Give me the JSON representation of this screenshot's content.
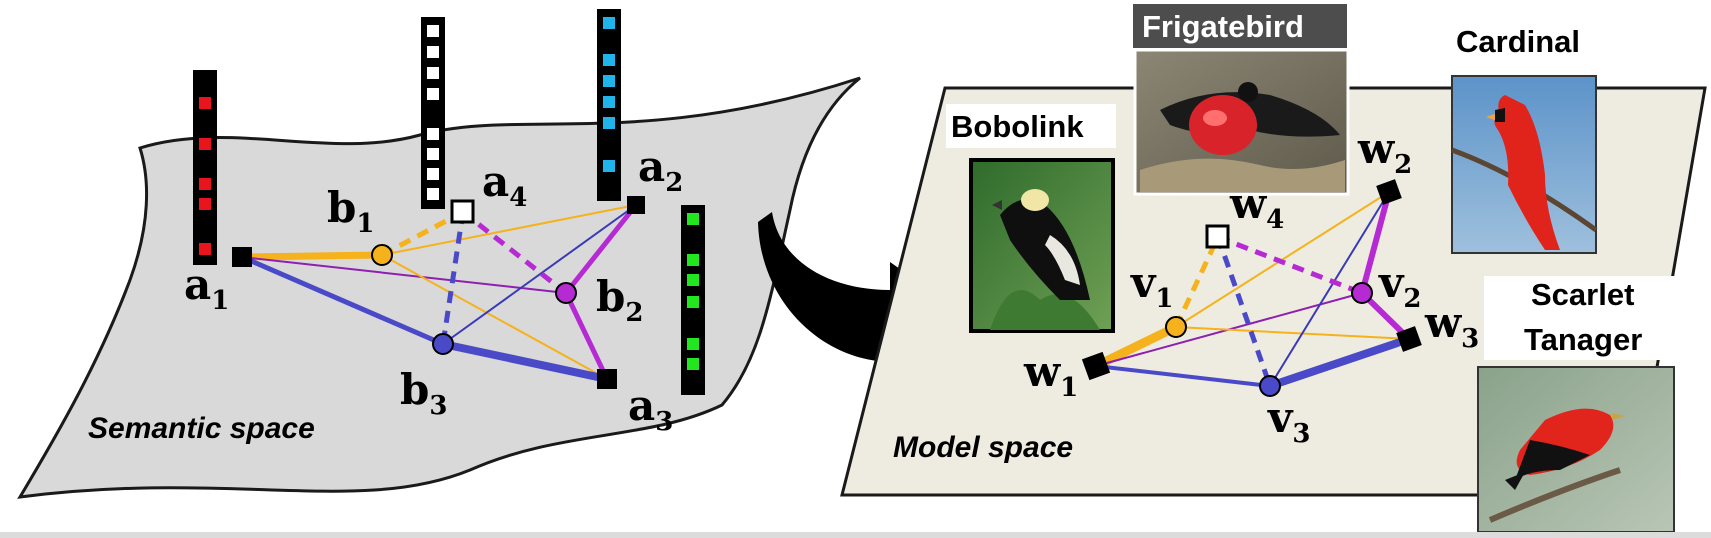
{
  "semantic_space": {
    "title": "Semantic space",
    "nodes": {
      "a1": {
        "base": "a",
        "sub": "1"
      },
      "a2": {
        "base": "a",
        "sub": "2"
      },
      "a3": {
        "base": "a",
        "sub": "3"
      },
      "a4": {
        "base": "a",
        "sub": "4"
      },
      "b1": {
        "base": "b",
        "sub": "1"
      },
      "b2": {
        "base": "b",
        "sub": "2"
      },
      "b3": {
        "base": "b",
        "sub": "3"
      }
    },
    "attribute_vectors": [
      {
        "id": "red-vector",
        "color": "#e8141e"
      },
      {
        "id": "white-vector",
        "color": "#ffffff"
      },
      {
        "id": "blue-vector",
        "color": "#1fb4ea"
      },
      {
        "id": "green-vector",
        "color": "#22e61e"
      }
    ]
  },
  "model_space": {
    "title": "Model space",
    "nodes": {
      "w1": {
        "base": "w",
        "sub": "1"
      },
      "w2": {
        "base": "w",
        "sub": "2"
      },
      "w3": {
        "base": "w",
        "sub": "3"
      },
      "w4": {
        "base": "w",
        "sub": "4"
      },
      "v1": {
        "base": "v",
        "sub": "1"
      },
      "v2": {
        "base": "v",
        "sub": "2"
      },
      "v3": {
        "base": "v",
        "sub": "3"
      }
    },
    "birds": {
      "frigatebird": "Frigatebird",
      "cardinal": "Cardinal",
      "bobolink": "Bobolink",
      "scarlet_tanager_line1": "Scarlet",
      "scarlet_tanager_line2": "Tanager"
    }
  },
  "colors": {
    "semantic_plane": "#d9d9d9",
    "model_plane": "#eeece1",
    "orange": "#f5b21c",
    "purple": "#b62ad4",
    "blue": "#4a4ac8",
    "square_node": "#000000"
  },
  "icons": {
    "transfer_arrow": "curved-arrow-icon"
  }
}
